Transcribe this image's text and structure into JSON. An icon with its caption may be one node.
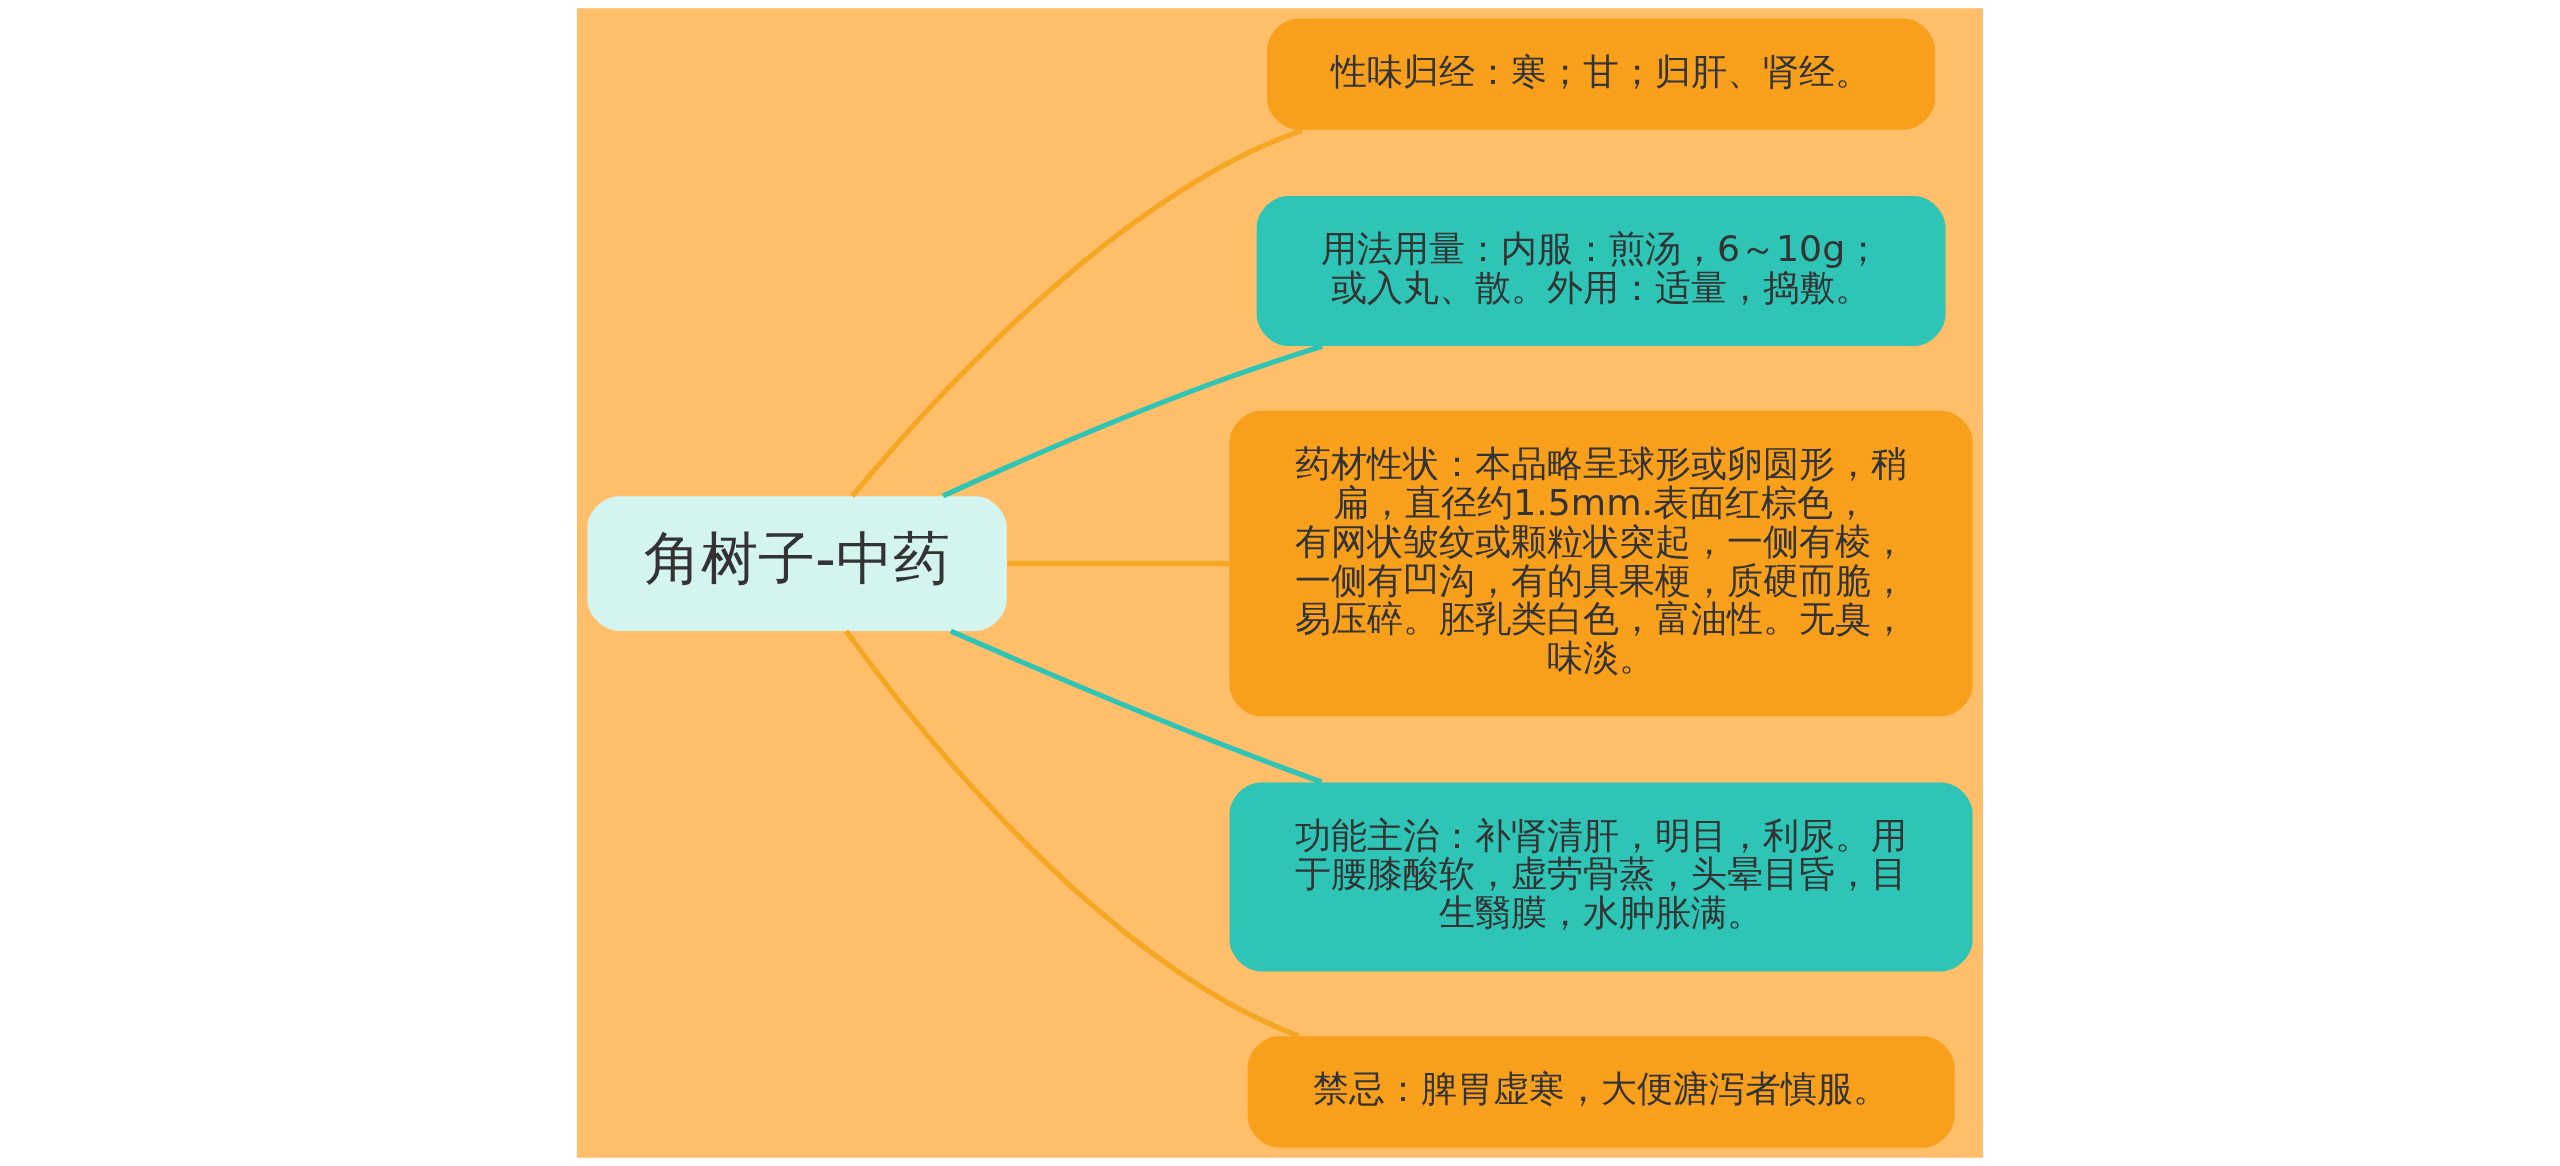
{
  "diagram": {
    "nodes": [
      {
        "text": [
          "角树子-中药"
        ]
      },
      {
        "text": [
          "性味归经：寒；甘；归肝、肾经。"
        ]
      },
      {
        "text": [
          "用法用量：内服：煎汤，6～10g；或入丸、散。外用：适量，捣敷。"
        ]
      },
      {
        "text": [
          "药材性状：本品略呈球形或卵圆形，稍扁，直径约1.5mm.表面红棕色，有网状皱纹或颗粒状突起，一侧有棱，一侧有凹沟，有的具果梗，质硬而脆，易压碎。胚乳类白色，富油性。无臭，味淡。"
        ]
      },
      {
        "text": [
          "功能主治：补肾清肝，明目，利尿。用于腰膝酸软，虚劳骨蒸，头晕目昏，目生翳膜，水肿胀满。"
        ]
      },
      {
        "text": [
          "禁忌：脾胃虚寒，大便溏泻者慎服。"
        ]
      }
    ],
    "edges": [
      {
        "from": 0,
        "to": 1,
        "arrow": "none"
      },
      {
        "from": 0,
        "to": 2,
        "arrow": "none",
        "color": "#2ec4b6"
      },
      {
        "from": 0,
        "to": 3,
        "arrow": "none"
      },
      {
        "from": 0,
        "to": 4,
        "arrow": "none",
        "color": "#2ec4b6"
      },
      {
        "from": 0,
        "to": 5,
        "arrow": "none"
      }
    ]
  }
}
